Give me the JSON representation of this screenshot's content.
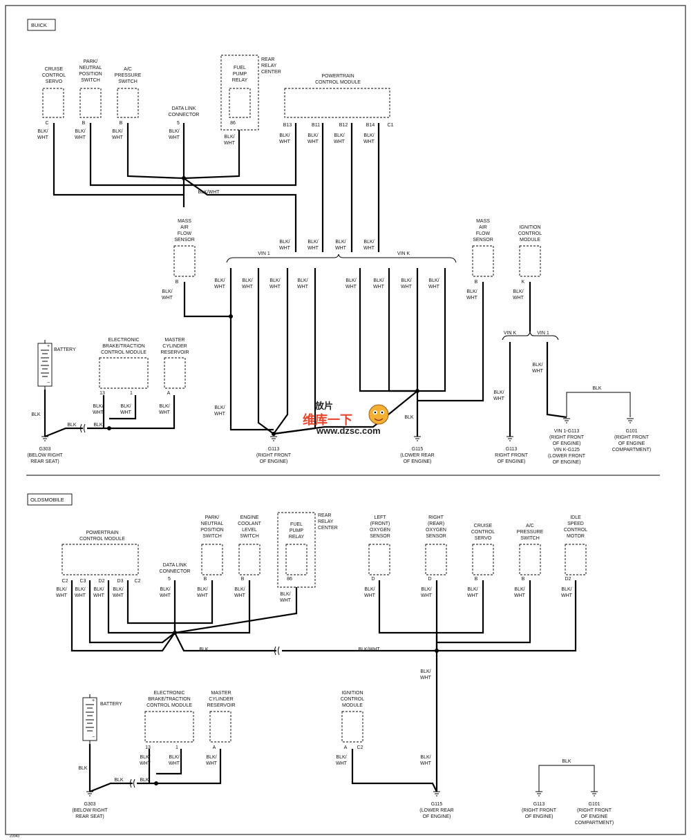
{
  "sections": {
    "buick": "BUICK",
    "oldsmobile": "OLDSMOBILE"
  },
  "figure_code": "Z0043",
  "watermark": {
    "brand_top": "放片",
    "brand_main": "维库一下",
    "url": "www.dzsc.com"
  },
  "buick": {
    "components": {
      "cruise_servo": "CRUISE\nCONTROL\nSERVO",
      "park_switch": "PARK/\nNEUTRAL\nPOSITION\nSWITCH",
      "ac_switch": "A/C\nPRESSURE\nSWITCH",
      "dlc": "DATA LINK\nCONNECTOR",
      "fuel_relay": "FUEL\nPUMP\nRELAY",
      "rear_relay_center": "REAR\nRELAY\nCENTER",
      "pcm": "POWERTRAIN\nCONTROL MODULE",
      "maf_left": "MASS\nAIR\nFLOW\nSENSOR",
      "maf_right": "MASS\nAIR\nFLOW\nSENSOR",
      "icm": "IGNITION\nCONTROL\nMODULE",
      "battery": "BATTERY",
      "ebtcm": "ELECTRONIC\nBRAKE/TRACTION\nCONTROL MODULE",
      "reservoir": "MASTER\nCYLINDER\nRESERVOIR"
    },
    "pins": {
      "cruise": "C",
      "park": "B",
      "ac": "B",
      "dlc": "5",
      "relay": "86",
      "pcm": [
        "B13",
        "B11",
        "B12",
        "B14"
      ],
      "pcm_conn": "C1",
      "maf_left": "B",
      "maf_right": "B",
      "icm": "K",
      "ebtcm": [
        "13",
        "1"
      ],
      "reservoir": "A"
    },
    "wire_labels": {
      "blk_wht": "BLK/\nWHT",
      "blk_wht_inline": "BLK/WHT",
      "blk": "BLK"
    },
    "vin": {
      "vin1": "VIN 1",
      "vink": "VIN K",
      "icm_vink": "VIN K",
      "icm_vin1": "VIN 1"
    },
    "grounds": {
      "g303": "G303\n(BELOW RIGHT\nREAR SEAT)",
      "g113": "G113\n(RIGHT FRONT\nOF ENGINE)",
      "g115": "G115\n(LOWER REAR\nOF ENGINE)",
      "g113b": "G113\nRIGHT FRONT\nOF ENGINE)",
      "g113c": "VIN 1-G113\n(RIGHT FRONT\nOF ENGINE)\nVIN K-G125\n(LOWER FRONT\nOF ENGINE)",
      "g101": "G101\n(RIGHT FRONT\nOF ENGINE\nCOMPARTMENT)"
    }
  },
  "oldsmobile": {
    "components": {
      "pcm": "POWERTRAIN\nCONTROL MODULE",
      "dlc": "DATA LINK\nCONNECTOR",
      "park_switch": "PARK/\nNEUTRAL\nPOSITION\nSWITCH",
      "coolant_switch": "ENGINE\nCOOLANT\nLEVEL\nSWITCH",
      "fuel_relay": "FUEL\nPUMP\nRELAY",
      "rear_relay_center": "REAR\nRELAY\nCENTER",
      "left_o2": "LEFT\n(FRONT)\nOXYGEN\nSENSOR",
      "right_o2": "RIGHT\n(REAR)\nOXYGEN\nSENSOR",
      "cruise_servo": "CRUISE\nCONTROL\nSERVO",
      "ac_switch": "A/C\nPRESSURE\nSWITCH",
      "iac": "IDLE\nSPEED\nCONTROL\nMOTOR",
      "battery": "BATTERY",
      "ebtcm": "ELECTRONIC\nBRAKE/TRACTION\nCONTROL MODULE",
      "reservoir": "MASTER\nCYLINDER\nRESERVOIR",
      "icm": "IGNITION\nCONTROL\nMODULE"
    },
    "pins": {
      "pcm": [
        "C2",
        "C3",
        "D2",
        "D3"
      ],
      "pcm_conn": "C2",
      "dlc": "5",
      "park": "B",
      "coolant": "B",
      "relay": "86",
      "left_o2": "D",
      "right_o2": "D",
      "cruise": "B",
      "ac": "B",
      "iac": "D2",
      "ebtcm": [
        "13",
        "1"
      ],
      "reservoir": "A",
      "icm": "A",
      "icm_conn": "C2"
    },
    "wire_labels": {
      "blk_wht": "BLK/\nWHT",
      "blk_wht_inline": "BLK/WHT",
      "blk": "BLK"
    },
    "grounds": {
      "g303": "G303\n(BELOW RIGHT\nREAR SEAT)",
      "g115": "G115\n(LOWER REAR\nOF ENGINE)",
      "g113": "G113\n(RIGHT FRONT\nOF ENGINE)",
      "g101": "G101\n(RIGHT FRONT\nOF ENGINE\nCOMPARTMENT)"
    }
  }
}
